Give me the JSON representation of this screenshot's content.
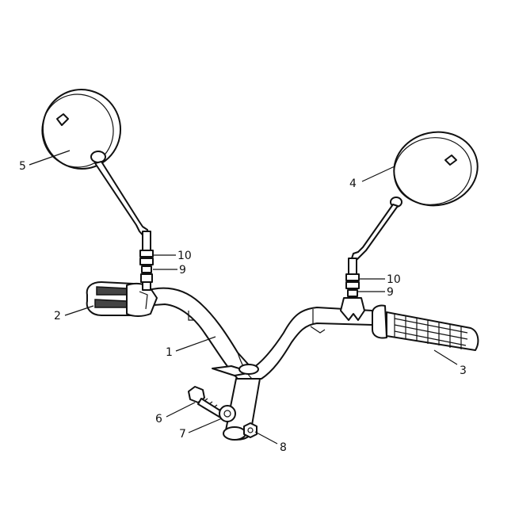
{
  "callouts": [
    {
      "id": "1",
      "label": "1"
    },
    {
      "id": "2",
      "label": "2"
    },
    {
      "id": "3",
      "label": "3"
    },
    {
      "id": "4",
      "label": "4"
    },
    {
      "id": "5",
      "label": "5"
    },
    {
      "id": "6",
      "label": "6"
    },
    {
      "id": "7",
      "label": "7"
    },
    {
      "id": "8",
      "label": "8"
    },
    {
      "id": "9a",
      "label": "9"
    },
    {
      "id": "9b",
      "label": "9"
    },
    {
      "id": "10a",
      "label": "10"
    },
    {
      "id": "10b",
      "label": "10"
    }
  ]
}
